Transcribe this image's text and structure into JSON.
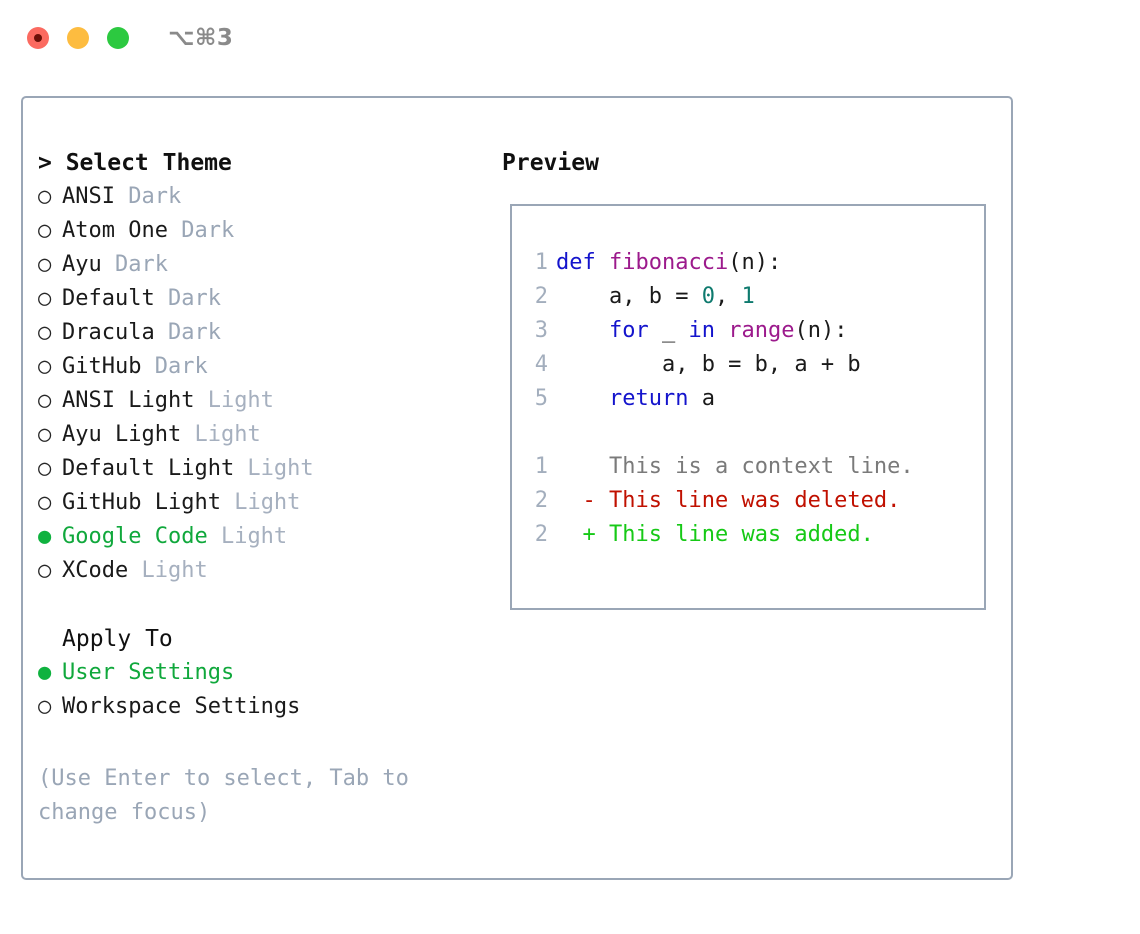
{
  "window": {
    "shortcut": "⌥⌘3",
    "traffic_lights": {
      "close": "#FB6A60",
      "minimize": "#FDBC40",
      "maximize": "#2CC940"
    }
  },
  "colors": {
    "accent_green": "#0FB23F",
    "muted": "#9AA6B6",
    "border": "#9AA6B6",
    "keyword": "#1414CC",
    "function": "#9C1A8C",
    "number": "#0E7A6E",
    "diff_add": "#16C916",
    "diff_del": "#C01000",
    "diff_ctx": "#7A7A7A"
  },
  "theme_picker": {
    "heading": "> Select Theme",
    "focused": true,
    "options": [
      {
        "bullet": "○",
        "selected": false,
        "label": "ANSI",
        "tag": "Dark"
      },
      {
        "bullet": "○",
        "selected": false,
        "label": "Atom One",
        "tag": "Dark"
      },
      {
        "bullet": "○",
        "selected": false,
        "label": "Ayu",
        "tag": "Dark"
      },
      {
        "bullet": "○",
        "selected": false,
        "label": "Default",
        "tag": "Dark"
      },
      {
        "bullet": "○",
        "selected": false,
        "label": "Dracula",
        "tag": "Dark"
      },
      {
        "bullet": "○",
        "selected": false,
        "label": "GitHub",
        "tag": "Dark"
      },
      {
        "bullet": "○",
        "selected": false,
        "label": "ANSI Light",
        "tag": "Light"
      },
      {
        "bullet": "○",
        "selected": false,
        "label": "Ayu Light",
        "tag": "Light"
      },
      {
        "bullet": "○",
        "selected": false,
        "label": "Default Light",
        "tag": "Light"
      },
      {
        "bullet": "○",
        "selected": false,
        "label": "GitHub Light",
        "tag": "Light"
      },
      {
        "bullet": "●",
        "selected": true,
        "label": "Google Code",
        "tag": "Light"
      },
      {
        "bullet": "○",
        "selected": false,
        "label": "XCode",
        "tag": "Light"
      }
    ]
  },
  "apply_to": {
    "heading": "Apply To",
    "focused": false,
    "options": [
      {
        "bullet": "●",
        "selected": true,
        "label": "User Settings"
      },
      {
        "bullet": "○",
        "selected": false,
        "label": "Workspace Settings"
      }
    ]
  },
  "hint": "(Use Enter to select, Tab to change focus)",
  "preview": {
    "title": "Preview",
    "code_lines": [
      {
        "number": "1",
        "tokens": [
          {
            "text": "def ",
            "cls": "kw"
          },
          {
            "text": "fibonacci",
            "cls": "fn"
          },
          {
            "text": "(n):",
            "cls": "pn"
          }
        ]
      },
      {
        "number": "2",
        "tokens": [
          {
            "text": "    a, b = ",
            "cls": "pn"
          },
          {
            "text": "0",
            "cls": "num"
          },
          {
            "text": ", ",
            "cls": "pn"
          },
          {
            "text": "1",
            "cls": "num"
          }
        ]
      },
      {
        "number": "3",
        "tokens": [
          {
            "text": "    for ",
            "cls": "kw"
          },
          {
            "text": "_ ",
            "cls": "pn"
          },
          {
            "text": "in ",
            "cls": "kw"
          },
          {
            "text": "range",
            "cls": "fn"
          },
          {
            "text": "(n):",
            "cls": "pn"
          }
        ]
      },
      {
        "number": "4",
        "tokens": [
          {
            "text": "        a, b = b, a + b",
            "cls": "pn"
          }
        ]
      },
      {
        "number": "5",
        "tokens": [
          {
            "text": "    return ",
            "cls": "kw"
          },
          {
            "text": "a",
            "cls": "pn"
          }
        ]
      }
    ],
    "diff_lines": [
      {
        "number": "1",
        "marker": " ",
        "text": " This is a context line.",
        "kind": "ctx"
      },
      {
        "number": "2",
        "marker": "-",
        "text": " This line was deleted.",
        "kind": "del"
      },
      {
        "number": "2",
        "marker": "+",
        "text": " This line was added.",
        "kind": "add"
      }
    ]
  }
}
